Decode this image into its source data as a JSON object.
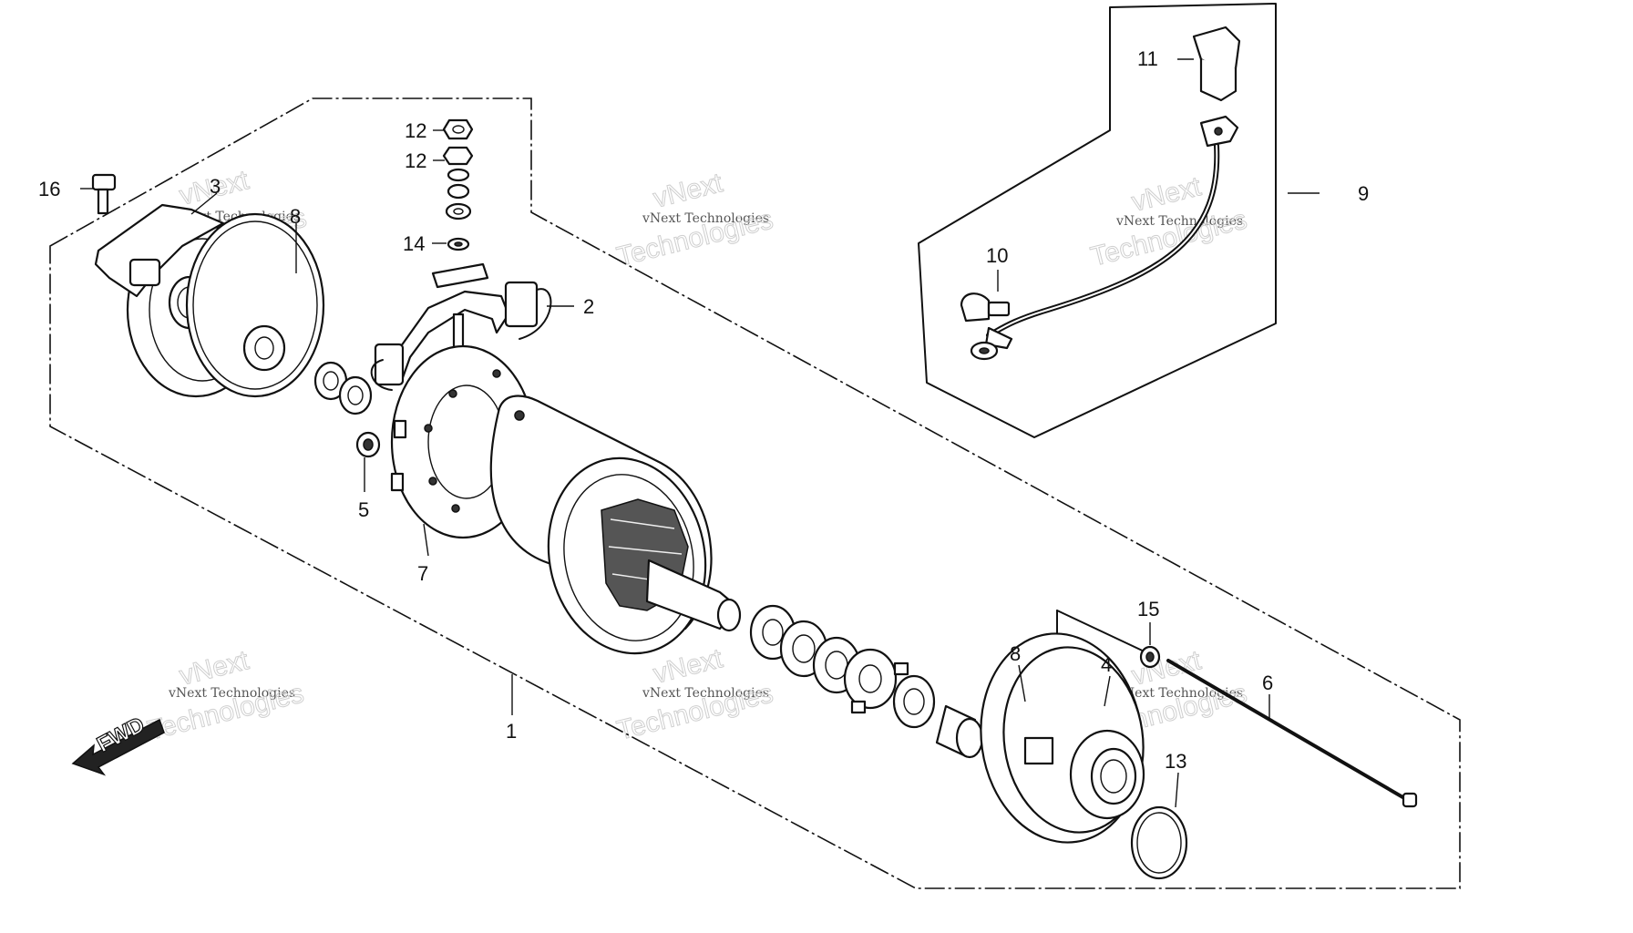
{
  "callouts": {
    "c1": "1",
    "c2": "2",
    "c3": "3",
    "c4": "4",
    "c5": "5",
    "c6": "6",
    "c7": "7",
    "c8a": "8",
    "c8b": "8",
    "c9": "9",
    "c10": "10",
    "c11": "11",
    "c12a": "12",
    "c12b": "12",
    "c13": "13",
    "c14": "14",
    "c15": "15",
    "c16": "16"
  },
  "fwd_label": "FWD",
  "watermark": {
    "brand": "vNext",
    "company": "vNext Technologies",
    "word": "Technologies"
  },
  "colors": {
    "ink": "#111111",
    "background": "#ffffff",
    "watermark": "#cfcfcf"
  }
}
